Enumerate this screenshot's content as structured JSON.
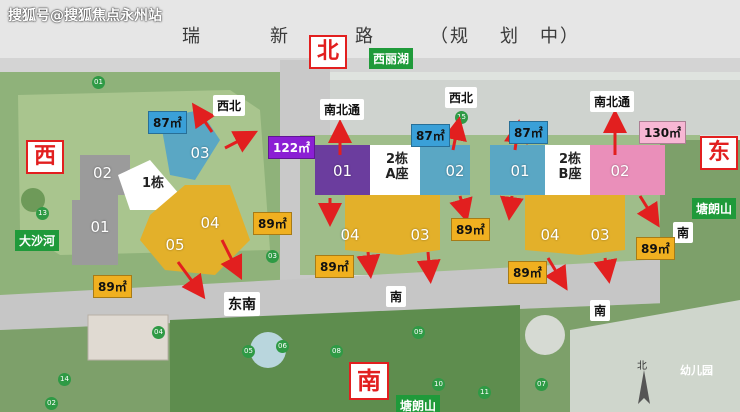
{
  "watermark": "搜狐号@搜狐焦点永州站",
  "road_north": {
    "chars": [
      "瑞",
      "新",
      "路",
      "（规",
      "划",
      "中）"
    ]
  },
  "compass": {
    "north": "北",
    "south": "南",
    "east": "东",
    "west": "西",
    "north_arrow": "北"
  },
  "place_labels": {
    "xilihu": "西丽湖",
    "dashahe": "大沙河",
    "tanglangshan_east": "塘朗山",
    "tanglangshan_south": "塘朗山",
    "kindergarten": "幼儿园"
  },
  "orientation_tags": {
    "xibei_left": "西北",
    "nanbeitong_left": "南北通",
    "xibei_mid": "西北",
    "nanbeitong_right": "南北通",
    "dongnan": "东南",
    "nan_mid": "南",
    "nan_right": "南",
    "nan_east": "南"
  },
  "buildings": {
    "west_02": "02",
    "west_01": "01",
    "west_03": "03",
    "west_04": "04",
    "west_05": "05",
    "west_name": "1栋",
    "a_01": "01",
    "a_02": "02",
    "a_04": "04",
    "a_03": "03",
    "a_name": "2栋\nA座",
    "b_01": "01",
    "b_02": "02",
    "b_04": "04",
    "b_03": "03",
    "b_name": "2栋\nB座"
  },
  "areas": {
    "w_87": "87㎡",
    "w_89_right": "89㎡",
    "w_89_left": "89㎡",
    "a_122": "122㎡",
    "a_87": "87㎡",
    "a_89_right": "89㎡",
    "a_89_left": "89㎡",
    "b_87": "87㎡",
    "b_89_left": "89㎡",
    "b_130": "130㎡",
    "b_89_right": "89㎡"
  },
  "site_numbers": [
    "01",
    "02",
    "03",
    "04",
    "05",
    "06",
    "07",
    "08",
    "09",
    "10",
    "11",
    "13",
    "14",
    "15"
  ],
  "colors": {
    "unit_blue": "#5aa7c4",
    "unit_gold": "#e3b02a",
    "unit_purple": "#6b3d9e",
    "unit_pink": "#ea8fba",
    "label_red": "#e21f1f",
    "label_green": "#1f9a3a"
  }
}
